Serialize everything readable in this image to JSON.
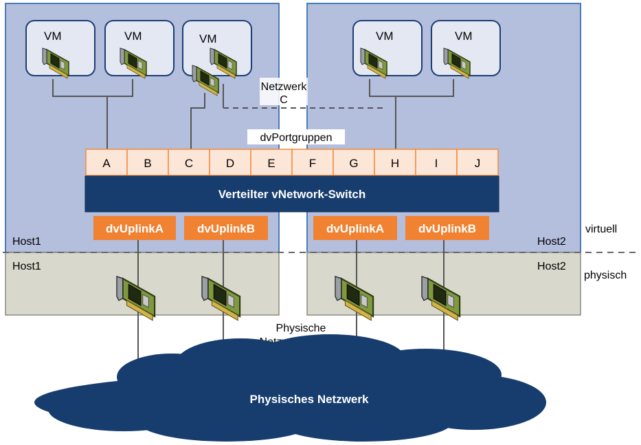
{
  "hosts": {
    "left": {
      "virtual_label": "Host1",
      "physical_label": "Host1"
    },
    "right": {
      "virtual_label": "Host2",
      "physical_label": "Host2"
    }
  },
  "vm_label": "VM",
  "network_c": {
    "line1": "Netzwerk",
    "line2": "C"
  },
  "dvportgroups_label": "dvPortgruppen",
  "ports": [
    "A",
    "B",
    "C",
    "D",
    "E",
    "F",
    "G",
    "H",
    "I",
    "J"
  ],
  "switch_label": "Verteilter vNetwork-Switch",
  "uplinks": {
    "left_a": "dvUplinkA",
    "left_b": "dvUplinkB",
    "right_a": "dvUplinkA",
    "right_b": "dvUplinkB"
  },
  "layer_labels": {
    "virtual": "virtuell",
    "physical": "physisch"
  },
  "physical_adapters": {
    "line1": "Physische",
    "line2": "Netzwerkadapter"
  },
  "physical_network_label": "Physisches Netzwerk",
  "colors": {
    "host_virtual_bg": "#b4bedd",
    "host_virtual_border": "#4a7bb7",
    "host_physical_bg": "#d8d8cc",
    "host_physical_border": "#8a8a80",
    "vm_bg": "#e4e8f3",
    "vm_border": "#1c3d73",
    "switch_bg": "#173d6e",
    "port_bg": "#fce6d8",
    "port_border": "#f18a3a",
    "uplink_bg": "#f08232",
    "cloud_bg": "#173d6e",
    "nic_green": "#7f9a3c"
  }
}
